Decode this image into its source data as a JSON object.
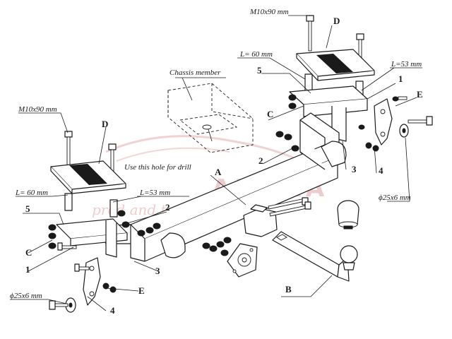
{
  "parts": {
    "a": "A",
    "b": "B",
    "c": "C",
    "d": "D",
    "e": "E",
    "one": "1",
    "two": "2",
    "three": "3",
    "four": "4",
    "five": "5"
  },
  "dimensions": {
    "bolt_m10x90": "M10x90 mm",
    "length_60": "L= 60 mm",
    "length_53": "L=53 mm",
    "washer": "ϕ25x6 mm"
  },
  "notes": {
    "chassis_member": "Chassis member",
    "drill_hole": "Use this hole for drill"
  },
  "watermark": {
    "brand": "АНАКА",
    "tagline": "prod and travel"
  },
  "colors": {
    "line": "#1a1a1a",
    "watermark": "#e3a3a3",
    "background": "#ffffff"
  }
}
